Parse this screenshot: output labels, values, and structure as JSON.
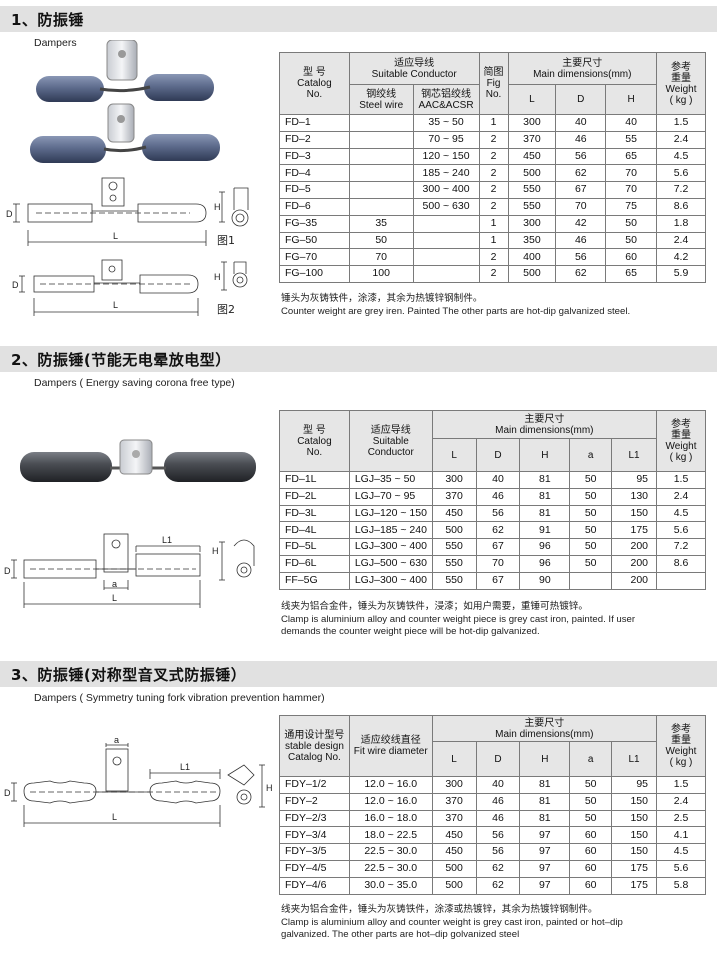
{
  "section1": {
    "title": "1、防振锤",
    "subtitle": "Dampers",
    "fig1_label": "图1",
    "fig2_label": "图2",
    "dim_labels": {
      "D": "D",
      "L": "L",
      "H": "H"
    },
    "headers": {
      "catalog": [
        "型 号",
        "Catalog",
        "No."
      ],
      "conductor": [
        "适应导线",
        "Suitable Conductor"
      ],
      "steel": [
        "钢绞线",
        "Steel wire"
      ],
      "aacsr": [
        "钢芯铝绞线",
        "AAC&ACSR"
      ],
      "fig": [
        "简图",
        "Fig",
        "No."
      ],
      "dims": [
        "主要尺寸",
        "Main dimensions(mm)"
      ],
      "L": "L",
      "D": "D",
      "H": "H",
      "weight": [
        "参考",
        "重量",
        "Weight",
        "( kg )"
      ]
    },
    "rows": [
      {
        "no": "FD–1",
        "steel": "",
        "aacsr": "35 ~ 50",
        "fig": "1",
        "L": "300",
        "D": "40",
        "H": "40",
        "w": "1.5"
      },
      {
        "no": "FD–2",
        "steel": "",
        "aacsr": "70 ~ 95",
        "fig": "2",
        "L": "370",
        "D": "46",
        "H": "55",
        "w": "2.4"
      },
      {
        "no": "FD–3",
        "steel": "",
        "aacsr": "120 ~ 150",
        "fig": "2",
        "L": "450",
        "D": "56",
        "H": "65",
        "w": "4.5"
      },
      {
        "no": "FD–4",
        "steel": "",
        "aacsr": "185 ~ 240",
        "fig": "2",
        "L": "500",
        "D": "62",
        "H": "70",
        "w": "5.6"
      },
      {
        "no": "FD–5",
        "steel": "",
        "aacsr": "300 ~ 400",
        "fig": "2",
        "L": "550",
        "D": "67",
        "H": "70",
        "w": "7.2"
      },
      {
        "no": "FD–6",
        "steel": "",
        "aacsr": "500 ~ 630",
        "fig": "2",
        "L": "550",
        "D": "70",
        "H": "75",
        "w": "8.6"
      },
      {
        "no": "FG–35",
        "steel": "35",
        "aacsr": "",
        "fig": "1",
        "L": "300",
        "D": "42",
        "H": "50",
        "w": "1.8"
      },
      {
        "no": "FG–50",
        "steel": "50",
        "aacsr": "",
        "fig": "1",
        "L": "350",
        "D": "46",
        "H": "50",
        "w": "2.4"
      },
      {
        "no": "FG–70",
        "steel": "70",
        "aacsr": "",
        "fig": "2",
        "L": "400",
        "D": "56",
        "H": "60",
        "w": "4.2"
      },
      {
        "no": "FG–100",
        "steel": "100",
        "aacsr": "",
        "fig": "2",
        "L": "500",
        "D": "62",
        "H": "65",
        "w": "5.9"
      }
    ],
    "note_cn": "锤头为灰铸铁件，涂漆，其余为热镀锌钢制件。",
    "note_en": "Counter weight are grey iren. Painted The other parts are hot-dip galvanized steel."
  },
  "section2": {
    "title": "2、防振锤(节能无电晕放电型）",
    "subtitle": "Dampers ( Energy saving corona free type)",
    "dim_labels": {
      "D": "D",
      "L": "L",
      "L1": "L1",
      "H": "H",
      "a": "a"
    },
    "headers": {
      "catalog": [
        "型 号",
        "Catalog",
        "No."
      ],
      "conductor": [
        "适应导线",
        "Suitable",
        "Conductor"
      ],
      "dims": [
        "主要尺寸",
        "Main dimensions(mm)"
      ],
      "L": "L",
      "D": "D",
      "H": "H",
      "a": "a",
      "L1": "L1",
      "weight": [
        "参考",
        "重量",
        "Weight",
        "( kg )"
      ]
    },
    "rows": [
      {
        "no": "FD–1L",
        "cond": "LGJ–35 ~ 50",
        "L": "300",
        "D": "40",
        "H": "81",
        "a": "50",
        "L1": "95",
        "w": "1.5"
      },
      {
        "no": "FD–2L",
        "cond": "LGJ–70 ~ 95",
        "L": "370",
        "D": "46",
        "H": "81",
        "a": "50",
        "L1": "130",
        "w": "2.4"
      },
      {
        "no": "FD–3L",
        "cond": "LGJ–120 ~ 150",
        "L": "450",
        "D": "56",
        "H": "81",
        "a": "50",
        "L1": "150",
        "w": "4.5"
      },
      {
        "no": "FD–4L",
        "cond": "LGJ–185 ~ 240",
        "L": "500",
        "D": "62",
        "H": "91",
        "a": "50",
        "L1": "175",
        "w": "5.6"
      },
      {
        "no": "FD–5L",
        "cond": "LGJ–300 ~ 400",
        "L": "550",
        "D": "67",
        "H": "96",
        "a": "50",
        "L1": "200",
        "w": "7.2"
      },
      {
        "no": "FD–6L",
        "cond": "LGJ–500 ~ 630",
        "L": "550",
        "D": "70",
        "H": "96",
        "a": "50",
        "L1": "200",
        "w": "8.6"
      },
      {
        "no": "FF–5G",
        "cond": "LGJ–300 ~ 400",
        "L": "550",
        "D": "67",
        "H": "90",
        "a": "",
        "L1": "200",
        "w": ""
      }
    ],
    "note_cn": "线夹为铝合金件，锤头为灰铸铁件，浸漆；如用户需要，重锤可热镀锌。",
    "note_en1": "Clamp is aluminium alloy and counter weight piece is grey cast iron, painted. If user",
    "note_en2": "demands the counter weight piece will be hot-dip galvanized."
  },
  "section3": {
    "title": "3、防振锤(对称型音叉式防振锤）",
    "subtitle": "Dampers ( Symmetry tuning fork vibration prevention hammer)",
    "dim_labels": {
      "D": "D",
      "L": "L",
      "L1": "L1",
      "H": "H",
      "a": "a"
    },
    "headers": {
      "catalog": [
        "通用设计型号",
        "stable design",
        "Catalog No."
      ],
      "conductor": [
        "适应绞线直径",
        "Fit wire diameter"
      ],
      "dims": [
        "主要尺寸",
        "Main dimensions(mm)"
      ],
      "L": "L",
      "D": "D",
      "H": "H",
      "a": "a",
      "L1": "L1",
      "weight": [
        "参考",
        "重量",
        "Weight",
        "( kg )"
      ]
    },
    "rows": [
      {
        "no": "FDY–1/2",
        "dia": "12.0 ~ 16.0",
        "L": "300",
        "D": "40",
        "H": "81",
        "a": "50",
        "L1": "95",
        "w": "1.5"
      },
      {
        "no": "FDY–2",
        "dia": "12.0 ~ 16.0",
        "L": "370",
        "D": "46",
        "H": "81",
        "a": "50",
        "L1": "150",
        "w": "2.4"
      },
      {
        "no": "FDY–2/3",
        "dia": "16.0 ~ 18.0",
        "L": "370",
        "D": "46",
        "H": "81",
        "a": "50",
        "L1": "150",
        "w": "2.5"
      },
      {
        "no": "FDY–3/4",
        "dia": "18.0 ~ 22.5",
        "L": "450",
        "D": "56",
        "H": "97",
        "a": "60",
        "L1": "150",
        "w": "4.1"
      },
      {
        "no": "FDY–3/5",
        "dia": "22.5 ~ 30.0",
        "L": "450",
        "D": "56",
        "H": "97",
        "a": "60",
        "L1": "150",
        "w": "4.5"
      },
      {
        "no": "FDY–4/5",
        "dia": "22.5 ~ 30.0",
        "L": "500",
        "D": "62",
        "H": "97",
        "a": "60",
        "L1": "175",
        "w": "5.6"
      },
      {
        "no": "FDY–4/6",
        "dia": "30.0 ~ 35.0",
        "L": "500",
        "D": "62",
        "H": "97",
        "a": "60",
        "L1": "175",
        "w": "5.8"
      }
    ],
    "note_cn": "线夹为铝合金件，锤头为灰铸铁件，涂漆或热镀锌，其余为热镀锌钢制件。",
    "note_en1": "Clamp is aluminium alloy and counter weight is grey cast iron, painted or hot–dip",
    "note_en2": "galvanized. The other parts are hot–dip golvanized steel"
  }
}
